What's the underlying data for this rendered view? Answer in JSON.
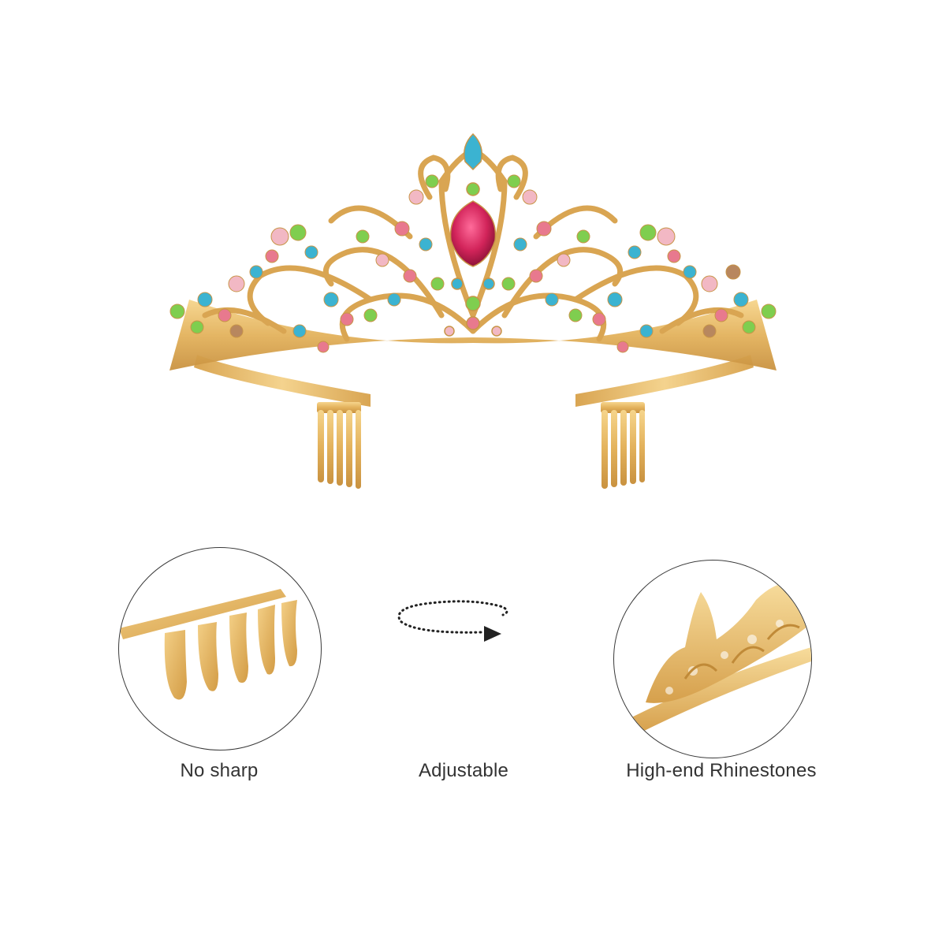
{
  "product": {
    "name_icon": "tiara-icon",
    "metal_color": "#e8b860",
    "center_stone_color": "#d2245a",
    "stone_colors": [
      "#3bb3d1",
      "#e8798e",
      "#7fce4f",
      "#f2b8c4",
      "#b8875e"
    ]
  },
  "features": [
    {
      "icon": "hair-comb-icon",
      "label": "No sharp"
    },
    {
      "icon": "rotate-arrow-icon",
      "label": "Adjustable"
    },
    {
      "icon": "rhinestone-detail-icon",
      "label": "High-end Rhinestones"
    }
  ]
}
